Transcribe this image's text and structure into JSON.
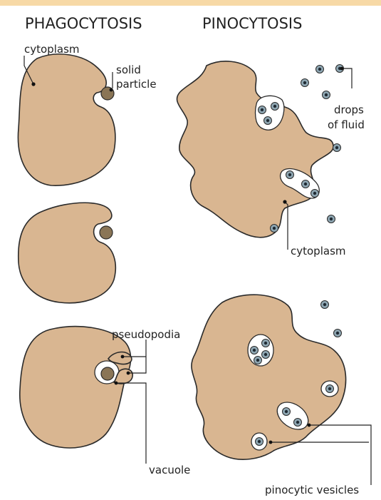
{
  "titles": {
    "left": "PHAGOCYTOSIS",
    "right": "PINOCYTOSIS"
  },
  "labels": {
    "cytoplasm_left": "cytoplasm",
    "solid_particle_line1": "solid",
    "solid_particle_line2": "particle",
    "pseudopodia": "pseudopodia",
    "vacuole": "vacuole",
    "drops_line1": "drops",
    "drops_line2": "of fluid",
    "cytoplasm_right": "cytoplasm",
    "pinocytic_vesicles": "pinocytic vesicles"
  },
  "colors": {
    "cell_fill": "#d9b691",
    "outline": "#2a2a2a",
    "particle": "#8a7556",
    "fluid_drop": "#8fa7b3",
    "top_band": "#f7d9a6"
  }
}
